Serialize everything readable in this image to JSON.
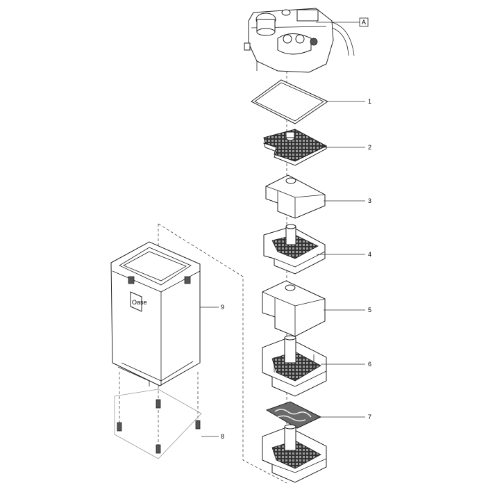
{
  "callouts": {
    "A": "A",
    "p1": "1",
    "p2": "2",
    "p3": "3",
    "p4": "4",
    "p5": "5",
    "p6": "6",
    "p7": "7",
    "p8": "8",
    "p9": "9"
  },
  "logo": "Oase"
}
